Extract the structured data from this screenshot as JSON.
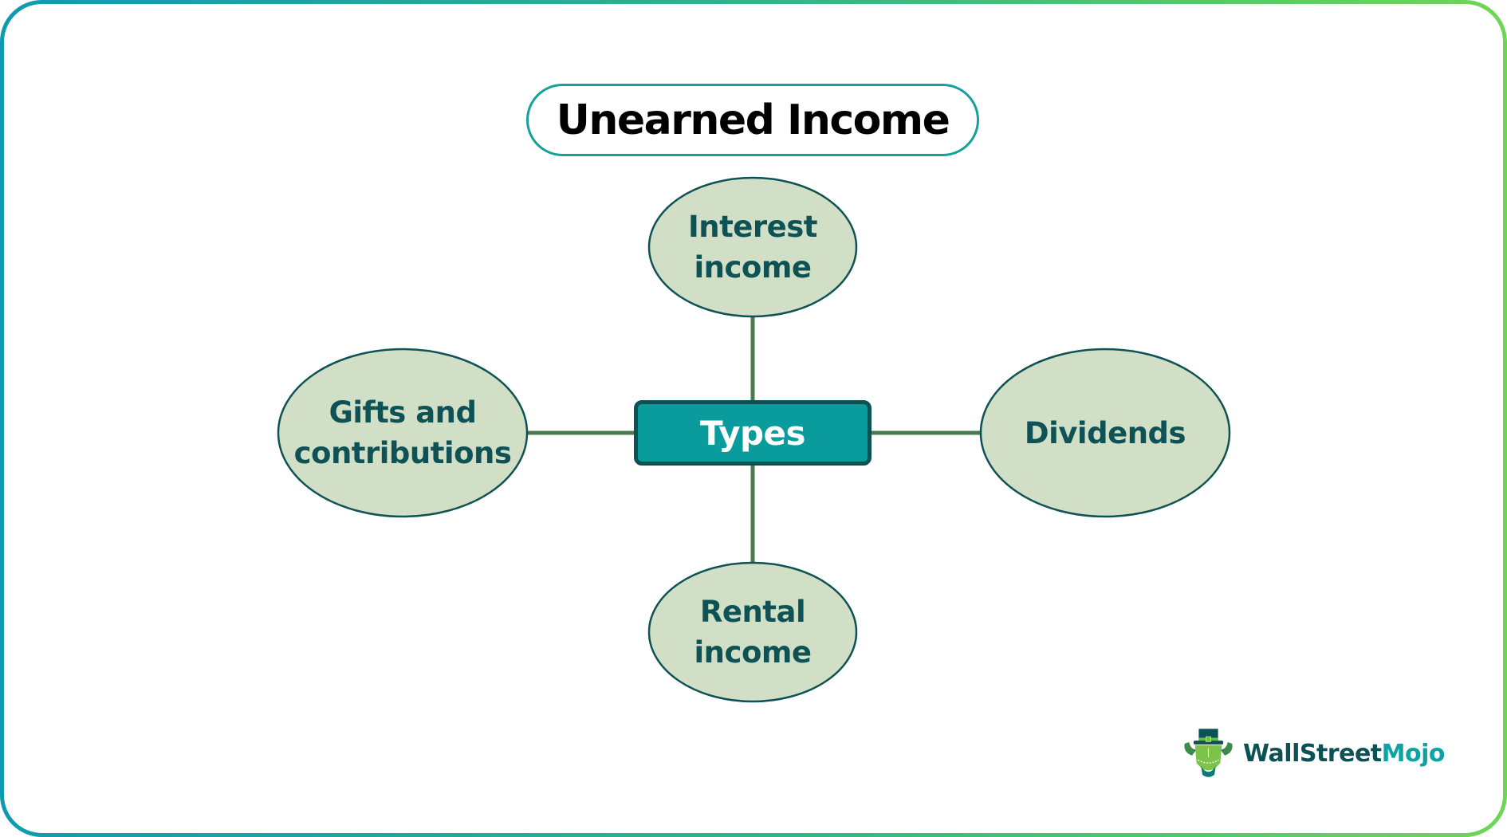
{
  "title": "Unearned Income",
  "center_node": {
    "label": "Types"
  },
  "nodes": {
    "top": {
      "line1": "Interest",
      "line2": "income"
    },
    "left": {
      "line1": "Gifts and",
      "line2": "contributions"
    },
    "right": {
      "line1": "Dividends"
    },
    "bottom": {
      "line1": "Rental",
      "line2": "income"
    }
  },
  "brand": {
    "part1": "WallStreet",
    "part2": "Mojo"
  },
  "colors": {
    "frame_gradient_start": "#0e9bb0",
    "frame_gradient_end": "#6fd655",
    "title_border": "#14a09c",
    "ellipse_fill": "#d1dfc6",
    "ellipse_stroke": "#0e5256",
    "connector": "#4a7a50",
    "center_fill": "#0a9c9c",
    "center_border": "#0c5255",
    "node_text": "#0e5256"
  }
}
